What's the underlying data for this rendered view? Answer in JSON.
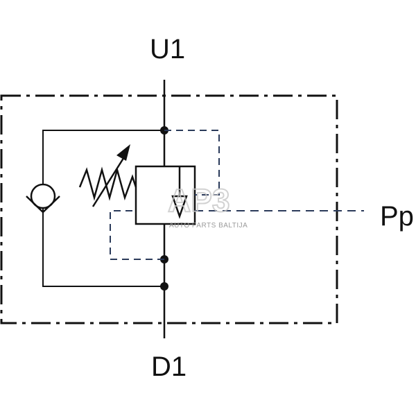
{
  "ports": {
    "top": "U1",
    "bottom": "D1",
    "pilot": "Pp"
  },
  "watermark": {
    "logo": "AP3",
    "subtitle": "AUTO PARTS BALTIJA"
  },
  "colors": {
    "line": "#111111",
    "pilot_dash": "#2a3a5a",
    "watermark": "#c8c8c8"
  },
  "symbols": {
    "check_valve": "check-valve-icon",
    "spring": "adjustable-spring-icon",
    "valve_body": "pressure-valve-icon"
  }
}
